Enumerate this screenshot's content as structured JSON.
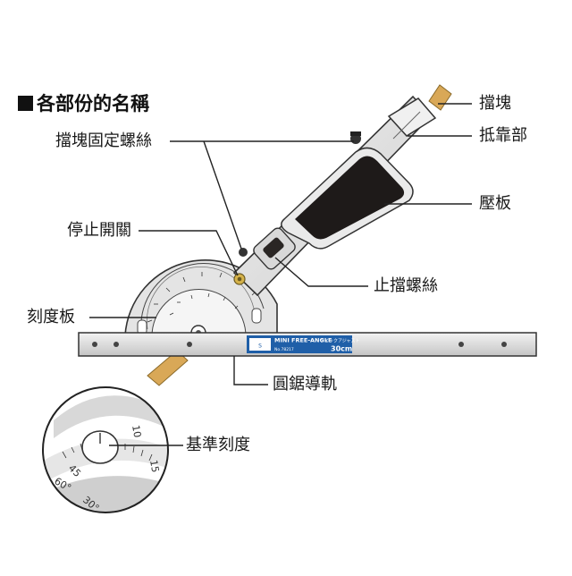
{
  "heading": "各部份的名稱",
  "labels": {
    "block": "擋塊",
    "abutment": "抵靠部",
    "block_screw": "擋塊固定螺絲",
    "pressure_plate": "壓板",
    "stop_switch": "停止開關",
    "stop_screw": "止擋螺絲",
    "scale_plate": "刻度板",
    "saw_rail": "圓鋸導軌",
    "reference_scale": "基準刻度"
  },
  "product": {
    "name": "MINI FREE-ANGLE",
    "subtitle": "クイックアジャスト",
    "model": "No.78217",
    "size": "30cm"
  },
  "colors": {
    "rail_blue": "#1f5fa8",
    "wood": "#d9a857",
    "pad_black": "#1e1a19",
    "knob_brass": "#d5b24a"
  }
}
